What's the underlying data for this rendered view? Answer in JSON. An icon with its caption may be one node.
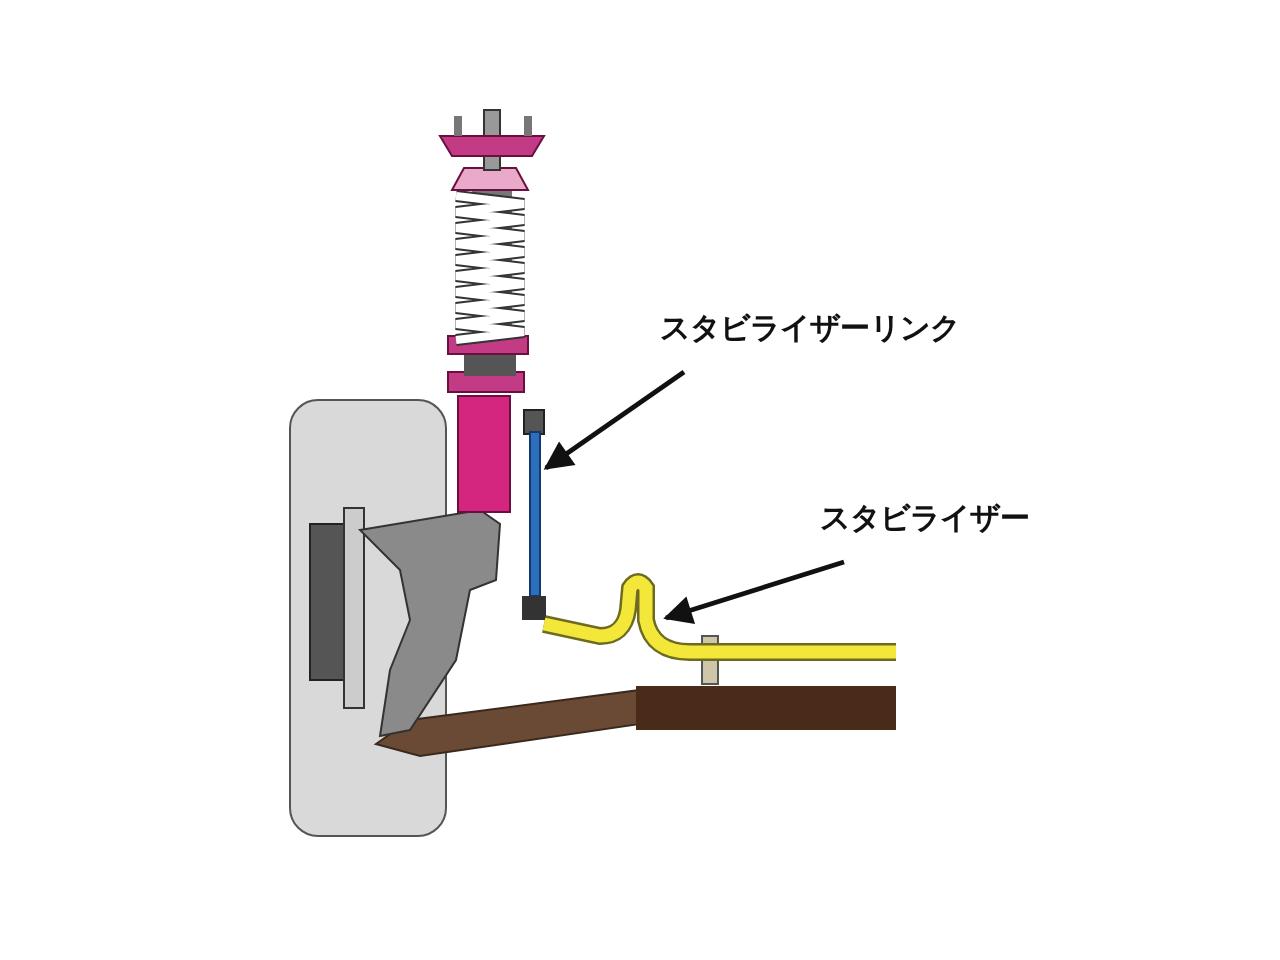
{
  "diagram": {
    "nodes": [
      {
        "text": [
          "スタビライザーリンク"
        ]
      },
      {
        "text": [
          "スタビライザー"
        ]
      },
      {
        "text": [],
        "shape": "bar"
      },
      {
        "text": [],
        "shape": "bar"
      }
    ],
    "edges": [
      {
        "from": 0,
        "to": 2,
        "arrow": "to"
      },
      {
        "from": 1,
        "to": 3,
        "arrow": "to"
      }
    ]
  }
}
